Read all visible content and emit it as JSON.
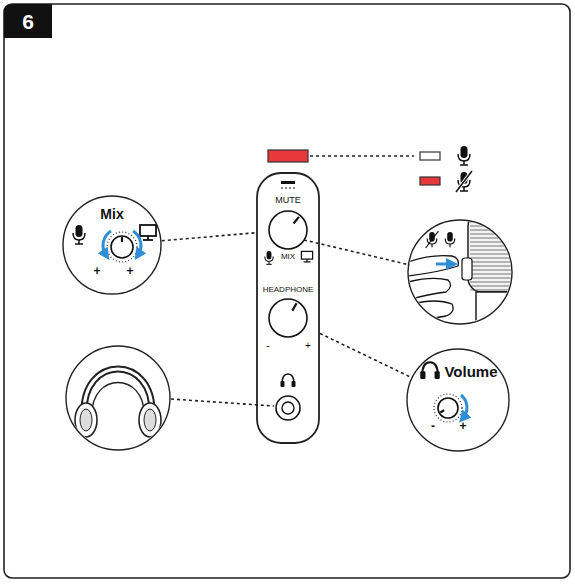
{
  "diagram": {
    "nodes": [
      {
        "text": [
          "Mix",
          "+",
          "+"
        ]
      },
      {
        "text": [
          "MUTE",
          "MIX",
          "HEADPHONE",
          "-",
          "+"
        ]
      },
      {
        "text": [
          "Volume",
          "-",
          "+"
        ]
      }
    ],
    "edges": [
      {
        "from": 0,
        "to": 1,
        "arrow": "none"
      },
      {
        "from": 1,
        "to": 2,
        "arrow": "none"
      }
    ],
    "labels": [
      "6"
    ]
  }
}
